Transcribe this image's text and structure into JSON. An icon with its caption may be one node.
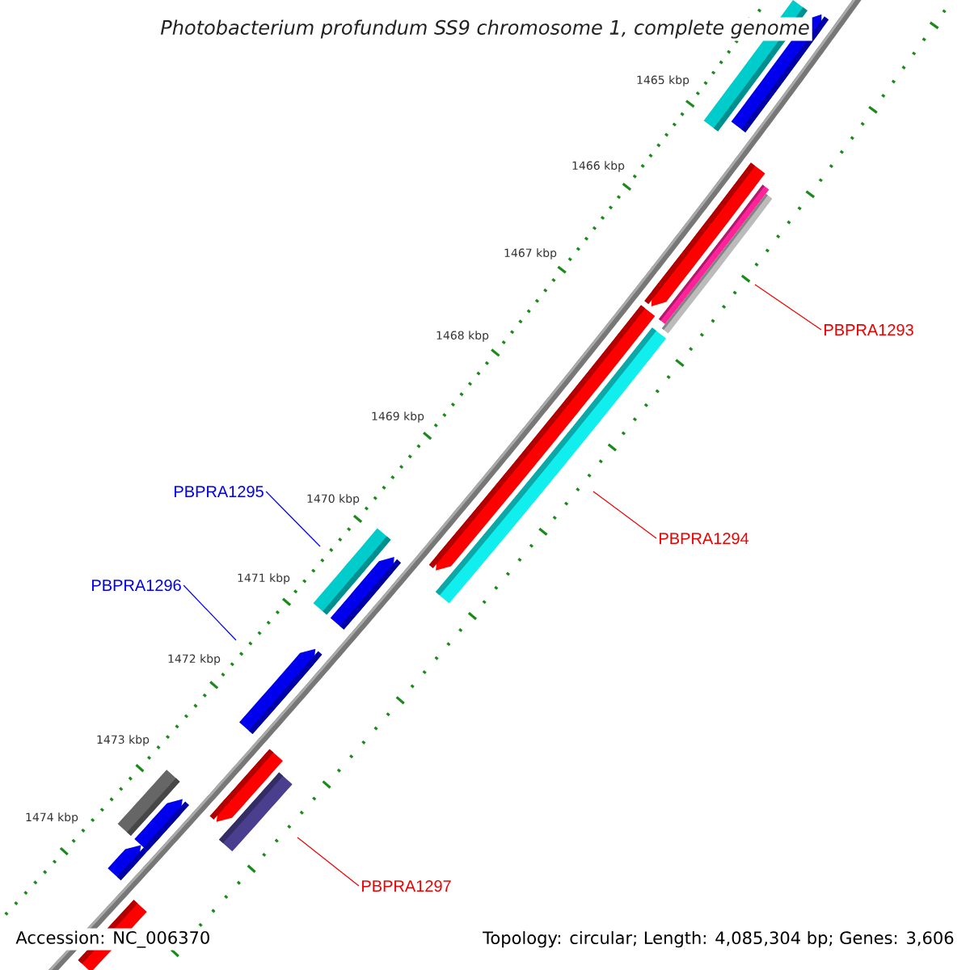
{
  "diagram": {
    "title": "Photobacterium profundum SS9 chromosome 1, complete genome",
    "nodes": [
      {
        "text": [
          "PBPRA1293"
        ]
      },
      {
        "text": [
          "PBPRA1294"
        ]
      },
      {
        "text": [
          "PBPRA1295"
        ]
      },
      {
        "text": [
          "PBPRA1296"
        ]
      },
      {
        "text": [
          "PBPRA1297"
        ]
      }
    ],
    "edges": [
      {
        "from": 0,
        "to": null,
        "arrow": "none"
      },
      {
        "from": 1,
        "to": null,
        "arrow": "none"
      },
      {
        "from": 2,
        "to": null,
        "arrow": "none",
        "color": "#0000ff"
      },
      {
        "from": 3,
        "to": null,
        "arrow": "none",
        "color": "#0000ff"
      },
      {
        "from": 4,
        "to": null,
        "arrow": "none"
      }
    ],
    "labels": [
      "1465 kbp",
      "1466 kbp",
      "1467 kbp",
      "1468 kbp",
      "1469 kbp",
      "1470 kbp",
      "1471 kbp",
      "1472 kbp",
      "1473 kbp",
      "1474 kbp",
      "Accession: NC_006370",
      "Topology: circular; Length: 4,085,304 bp; Genes: 3,606"
    ]
  }
}
